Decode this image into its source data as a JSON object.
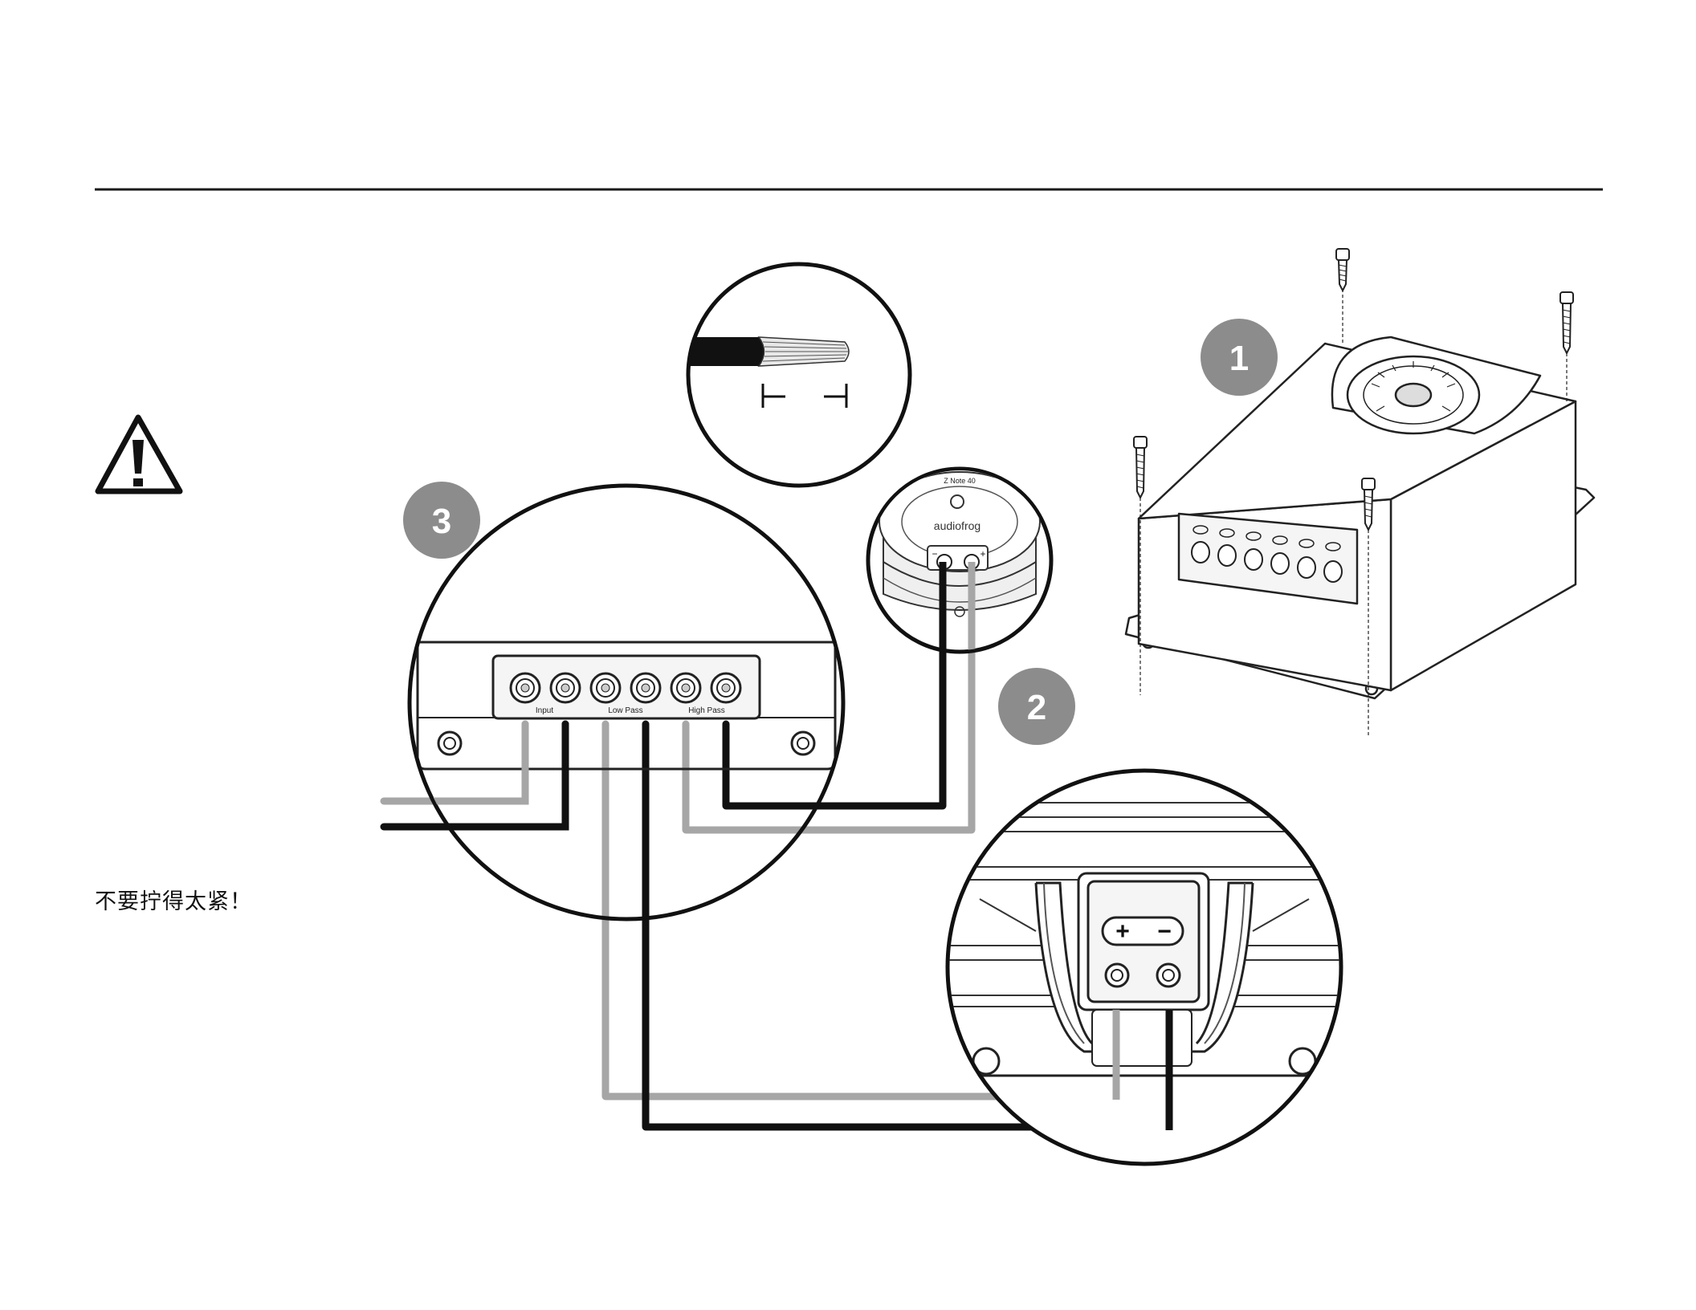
{
  "warning": {
    "text": "不要拧得太紧！",
    "icon": "warning-triangle-icon"
  },
  "steps": [
    {
      "number": "1"
    },
    {
      "number": "2"
    },
    {
      "number": "3"
    }
  ],
  "crossover": {
    "terminal_labels": [
      "Input",
      "Low Pass",
      "High Pass"
    ]
  },
  "tweeter": {
    "model_text": "Z Note 40",
    "brand_text": "audiofrog",
    "polarity": {
      "minus": "−",
      "plus": "+"
    }
  },
  "woofer_terminal": {
    "polarity": {
      "plus": "+",
      "minus": "−"
    }
  },
  "colors": {
    "line": "#1a1a1a",
    "wire_black": "#111111",
    "wire_gray": "#a6a6a6",
    "badge": "#8c8c8c",
    "panel_fill": "#f5f5f5"
  }
}
